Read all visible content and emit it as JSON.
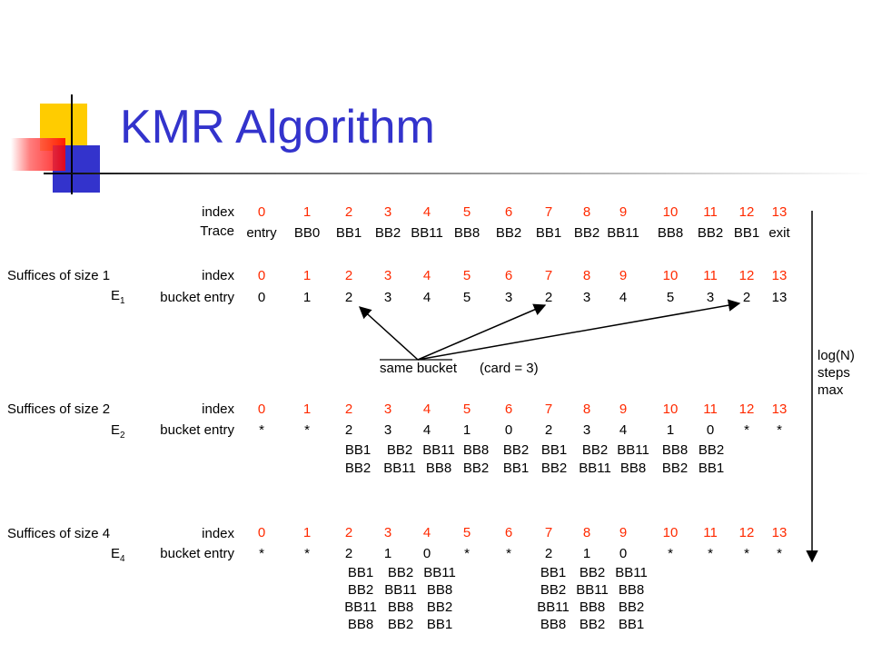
{
  "title": "KMR Algorithm",
  "rows_header": {
    "index_label": "index",
    "trace_label": "Trace",
    "index": [
      "0",
      "1",
      "2",
      "3",
      "4",
      "5",
      "6",
      "7",
      "8",
      "9",
      "10",
      "11",
      "12",
      "13"
    ],
    "trace": [
      "entry",
      "BB0",
      "BB1",
      "BB2",
      "BB11",
      "BB8",
      "BB2",
      "BB1",
      "BB2",
      "BB11",
      "BB8",
      "BB2",
      "BB1",
      "exit"
    ]
  },
  "size1": {
    "section_label": "Suffices of size 1",
    "e_label": "E",
    "e_sub": "1",
    "index_label": "index",
    "bucket_label": "bucket entry",
    "index": [
      "0",
      "1",
      "2",
      "3",
      "4",
      "5",
      "6",
      "7",
      "8",
      "9",
      "10",
      "11",
      "12",
      "13"
    ],
    "bucket": [
      "0",
      "1",
      "2",
      "3",
      "4",
      "5",
      "3",
      "2",
      "3",
      "4",
      "5",
      "3",
      "2",
      "13"
    ]
  },
  "annotation": {
    "same_bucket": "same bucket",
    "card": "(card = 3)"
  },
  "steps_note": {
    "line1": "log(N)",
    "line2": "steps",
    "line3": "max"
  },
  "size2": {
    "section_label": "Suffices of size 2",
    "e_label": "E",
    "e_sub": "2",
    "index_label": "index",
    "bucket_label": "bucket entry",
    "index": [
      "0",
      "1",
      "2",
      "3",
      "4",
      "5",
      "6",
      "7",
      "8",
      "9",
      "10",
      "11",
      "12",
      "13"
    ],
    "bucket": [
      "*",
      "*",
      "2",
      "3",
      "4",
      "1",
      "0",
      "2",
      "3",
      "4",
      "1",
      "0",
      "*",
      "*"
    ],
    "pairs": [
      {
        "a": "BB1",
        "b": "BB2"
      },
      {
        "a": "BB2",
        "b": "BB11"
      },
      {
        "a": "BB11",
        "b": "BB8"
      },
      {
        "a": "BB8",
        "b": "BB2"
      },
      {
        "a": "BB2",
        "b": "BB1"
      },
      {
        "a": "BB1",
        "b": "BB2"
      },
      {
        "a": "BB2",
        "b": "BB11"
      },
      {
        "a": "BB11",
        "b": "BB8"
      },
      {
        "a": "BB8",
        "b": "BB2"
      },
      {
        "a": "BB2",
        "b": "BB1"
      }
    ]
  },
  "size4": {
    "section_label": "Suffices of size 4",
    "e_label": "E",
    "e_sub": "4",
    "index_label": "index",
    "bucket_label": "bucket entry",
    "index": [
      "0",
      "1",
      "2",
      "3",
      "4",
      "5",
      "6",
      "7",
      "8",
      "9",
      "10",
      "11",
      "12",
      "13"
    ],
    "bucket": [
      "*",
      "*",
      "2",
      "1",
      "0",
      "*",
      "*",
      "2",
      "1",
      "0",
      "*",
      "*",
      "*",
      "*"
    ],
    "groups": [
      [
        [
          "BB1",
          "BB2",
          "BB11",
          "BB8"
        ],
        [
          "BB2",
          "BB11",
          "BB8",
          "BB2"
        ],
        [
          "BB11",
          "BB8",
          "BB2",
          "BB1"
        ]
      ],
      [
        [
          "BB1",
          "BB2",
          "BB11",
          "BB8"
        ],
        [
          "BB2",
          "BB11",
          "BB8",
          "BB2"
        ],
        [
          "BB11",
          "BB8",
          "BB2",
          "BB1"
        ]
      ]
    ]
  }
}
